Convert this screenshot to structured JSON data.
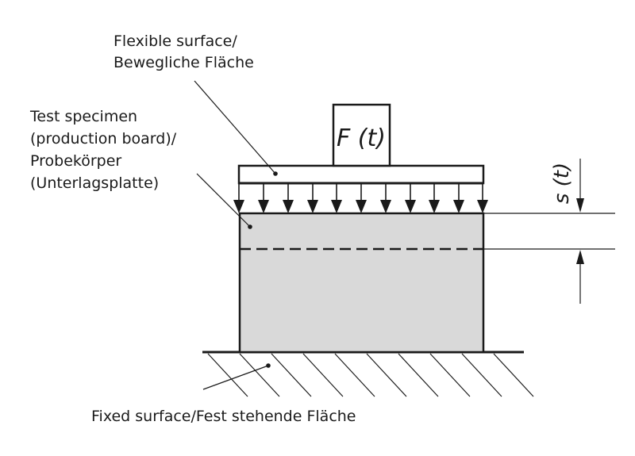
{
  "labels": {
    "flexible_line1": "Flexible surface/",
    "flexible_line2": "Bewegliche Fläche",
    "specimen_line1": "Test specimen",
    "specimen_line2": "(production board)/",
    "specimen_line3": "Probekörper",
    "specimen_line4": "(Unterlagsplatte)",
    "force": "F (t)",
    "displacement": "s (t)",
    "fixed": "Fixed surface/Fest stehende Fläche"
  },
  "colors": {
    "line": "#1a1a1a",
    "specimen_fill": "#d9d9d9",
    "background": "#ffffff"
  }
}
